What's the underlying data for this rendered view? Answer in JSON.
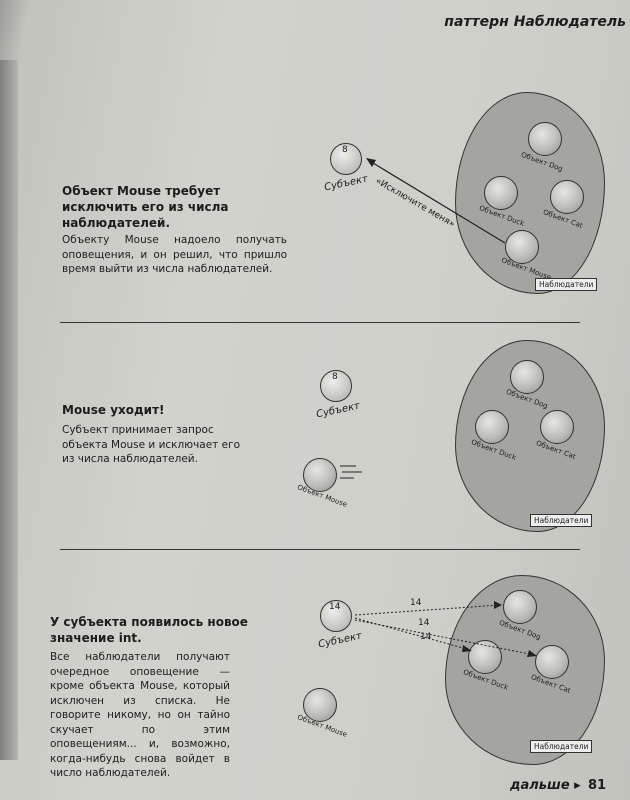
{
  "header": {
    "pattern": "паттерн",
    "name": "Наблюдатель"
  },
  "panels": [
    {
      "title": "Объект Mouse требует исключить его из числа наблюдателей.",
      "body": "Объекту Mouse надоело получать оповещения, и он решил, что пришло время выйти из числа наблюдателей.",
      "subject": "Субъект",
      "callout": "«Исключите меня»",
      "observers": [
        "Объект Dog",
        "Объект Duck",
        "Объект Cat",
        "Объект Mouse"
      ],
      "group_label": "Наблюдатели",
      "subject_value": "8"
    },
    {
      "title": "Mouse уходит!",
      "body": "Субъект принимает запрос объекта Mouse и исключает его из числа наблюдателей.",
      "subject": "Субъект",
      "observers": [
        "Объект Dog",
        "Объект Duck",
        "Объект Cat",
        "Объект Mouse"
      ],
      "group_label": "Наблюдатели",
      "subject_value": "8"
    },
    {
      "title": "У субъекта появилось новое значение int.",
      "body": "Все наблюдатели получают очередное оповещение — кроме объекта Mouse, который исключен из списка. Не говорите никому, но он тайно скучает по этим оповещениям... и, возможно, когда-нибудь снова войдет в число наблюдателей.",
      "subject": "Субъект",
      "observers": [
        "Объект Dog",
        "Объект Duck",
        "Объект Cat",
        "Объект Mouse"
      ],
      "group_label": "Наблюдатели",
      "subject_value": "14",
      "sent_values": [
        "14",
        "14",
        "14"
      ]
    }
  ],
  "footer": {
    "next": "дальше ▸",
    "page": "81"
  }
}
